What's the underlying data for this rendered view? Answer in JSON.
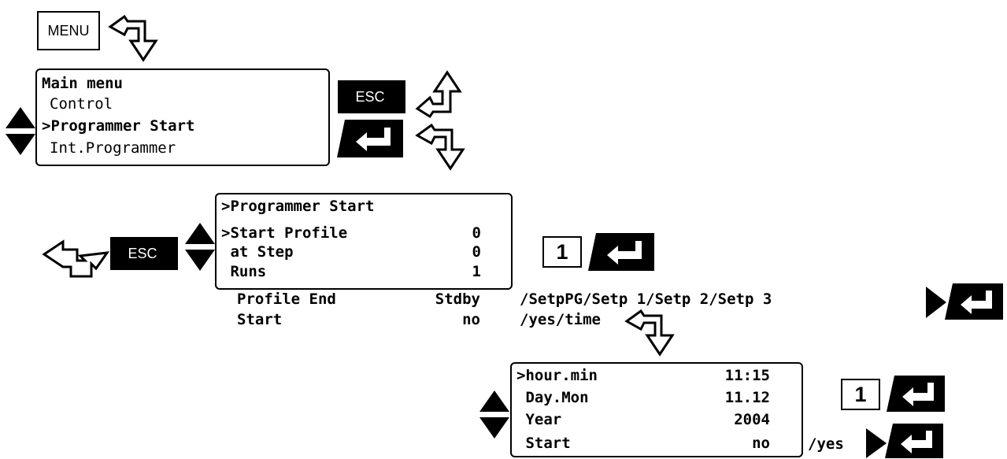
{
  "keys": {
    "menu": "MENU",
    "esc": "ESC",
    "one": "1"
  },
  "main_menu": {
    "title": "Main menu",
    "items": [
      "Control",
      ">Programmer Start",
      "Int.Programmer"
    ]
  },
  "programmer_start": {
    "title": ">Programmer Start",
    "rows": [
      {
        "label": ">Start Profile",
        "value": "0"
      },
      {
        "label": " at Step",
        "value": "0"
      },
      {
        "label": " Runs",
        "value": "1"
      }
    ],
    "extra_rows": [
      {
        "label": "Profile End",
        "value": "Stdby",
        "options": "/SetpPG/Setp 1/Setp 2/Setp 3"
      },
      {
        "label": "Start",
        "value": "no",
        "options": "/yes/time"
      }
    ]
  },
  "time_menu": {
    "rows": [
      {
        "label": ">hour.min",
        "value": "11:15"
      },
      {
        "label": " Day.Mon",
        "value": "11.12"
      },
      {
        "label": " Year",
        "value": "2004"
      },
      {
        "label": " Start",
        "value": "no"
      }
    ],
    "option": "/yes"
  }
}
